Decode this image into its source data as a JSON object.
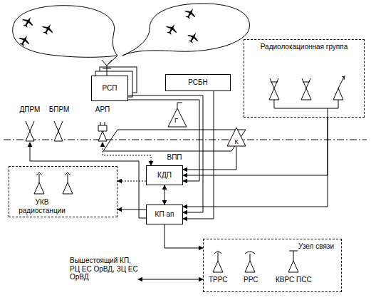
{
  "diagram": {
    "nodes": [
      {
        "text": [
          "РСП"
        ]
      },
      {
        "text": [
          "РСБН"
        ]
      },
      {
        "text": [
          "Радиолокационная группа"
        ]
      },
      {
        "text": [
          "ДПРМ"
        ]
      },
      {
        "text": [
          "БПРМ"
        ]
      },
      {
        "text": [
          "АРП"
        ]
      },
      {
        "text": [
          "ВПП"
        ]
      },
      {
        "text": [
          "К"
        ]
      },
      {
        "text": [
          "КДП"
        ]
      },
      {
        "text": [
          "УКВ радиостанции"
        ]
      },
      {
        "text": [
          "КП ап"
        ]
      },
      {
        "text": [
          "Узел связи"
        ]
      },
      {
        "text": [
          "Вышестоящий КП, РЦ ЕС ОрВД, ЗЦ ЕС ОрВД"
        ]
      }
    ],
    "edges": [
      {
        "from": 0,
        "to": 10,
        "arrow": "to"
      },
      {
        "from": 0,
        "to": 8,
        "arrow": "to"
      },
      {
        "from": 1,
        "to": 10,
        "arrow": "to"
      },
      {
        "from": 2,
        "to": 8,
        "arrow": "to"
      },
      {
        "from": 2,
        "to": 10,
        "arrow": "to"
      },
      {
        "from": 7,
        "to": 8,
        "arrow": "to"
      },
      {
        "from": 5,
        "to": 8,
        "arrow": "both"
      },
      {
        "from": 8,
        "to": 10,
        "arrow": "both"
      },
      {
        "from": 8,
        "to": 9,
        "arrow": "to"
      },
      {
        "from": 10,
        "to": 9,
        "arrow": "to"
      },
      {
        "from": 10,
        "to": 3,
        "arrow": "to"
      },
      {
        "from": 10,
        "to": 11,
        "arrow": "to"
      },
      {
        "from": 12,
        "to": 11,
        "arrow": "both"
      }
    ],
    "labels": [
      "Г",
      "ТРРС",
      "РРС",
      "КВРС ПСС"
    ]
  }
}
